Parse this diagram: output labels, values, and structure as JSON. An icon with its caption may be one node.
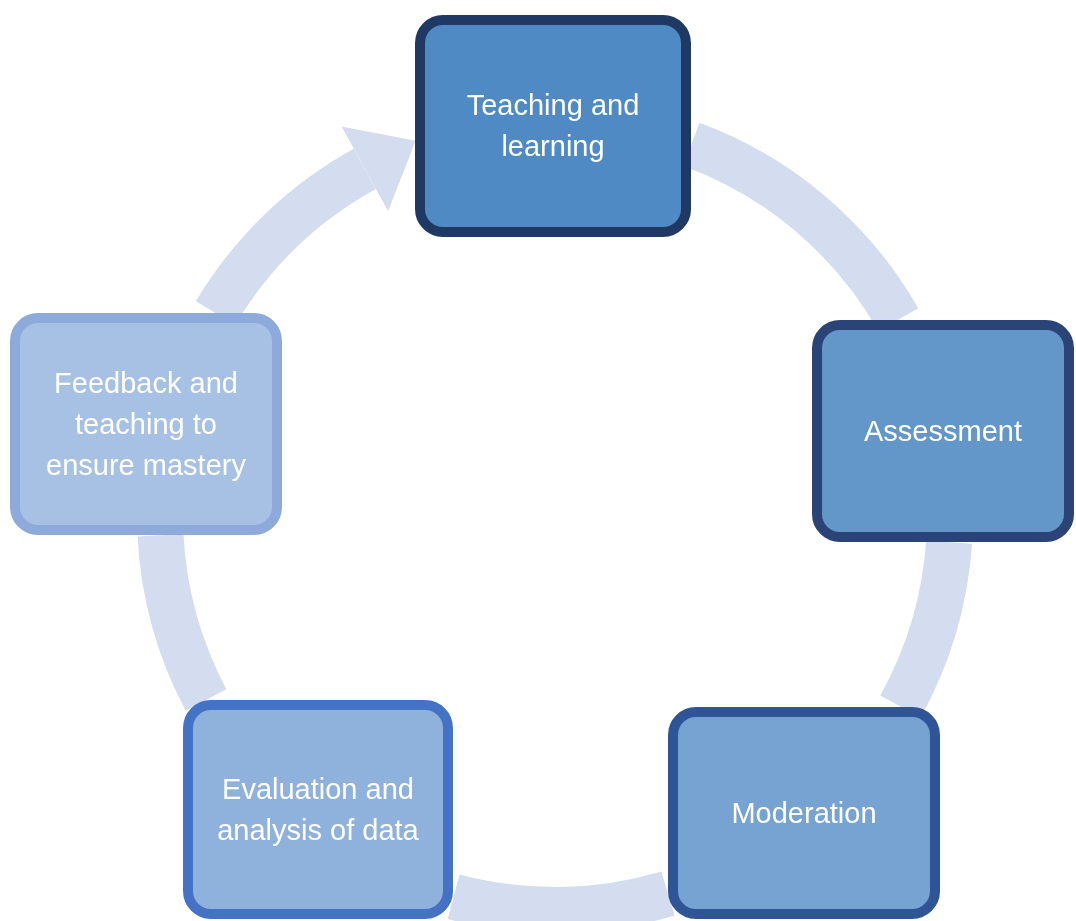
{
  "diagram": {
    "nodes": [
      {
        "text": [
          "Teaching and learning"
        ]
      },
      {
        "text": [
          "Assessment"
        ]
      },
      {
        "text": [
          "Moderation"
        ]
      },
      {
        "text": [
          "Evaluation and analysis of data"
        ]
      },
      {
        "text": [
          "Feedback and teaching to ensure mastery"
        ]
      }
    ],
    "edges": [
      {
        "from": 0,
        "to": 1,
        "arrow": "none"
      },
      {
        "from": 1,
        "to": 2,
        "arrow": "none"
      },
      {
        "from": 2,
        "to": 3,
        "arrow": "none"
      },
      {
        "from": 3,
        "to": 4,
        "arrow": "none"
      },
      {
        "from": 4,
        "to": 0,
        "arrow": "to"
      }
    ]
  }
}
